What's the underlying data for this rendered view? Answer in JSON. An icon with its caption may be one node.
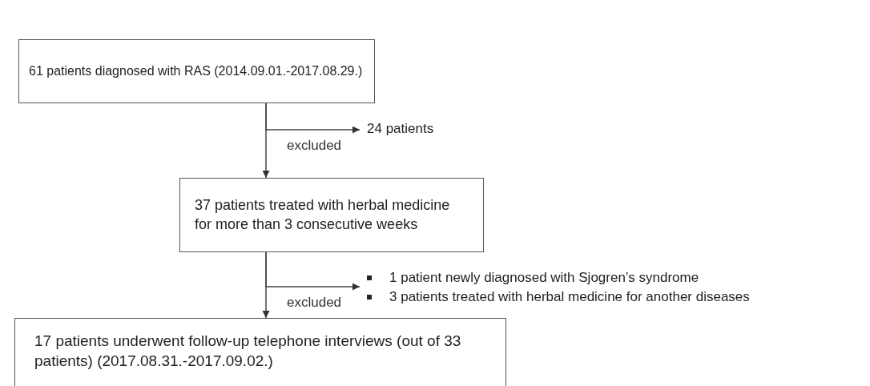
{
  "diagram": {
    "nodes": [
      {
        "text": [
          "61 patients diagnosed with RAS (2014.09.01.-2017.08.29.)"
        ]
      },
      {
        "text": [
          "24 patients"
        ]
      },
      {
        "text": [
          "37 patients treated with herbal medicine for more than 3 consecutive weeks"
        ]
      },
      {
        "text": [
          "1 patient newly diagnosed with Sjogren’s syndrome",
          "3 patients treated with herbal medicine for another diseases"
        ]
      },
      {
        "text": [
          "17 patients underwent follow-up telephone interviews (out of 33 patients) (2017.08.31.-2017.09.02.)"
        ]
      }
    ],
    "edges": [
      {
        "from": 0,
        "to": 2,
        "arrow": "to"
      },
      {
        "from": 0,
        "to": 1,
        "arrow": "to",
        "label": "excluded"
      },
      {
        "from": 2,
        "to": 4,
        "arrow": "to"
      },
      {
        "from": 2,
        "to": 3,
        "arrow": "to",
        "label": "excluded"
      }
    ]
  }
}
